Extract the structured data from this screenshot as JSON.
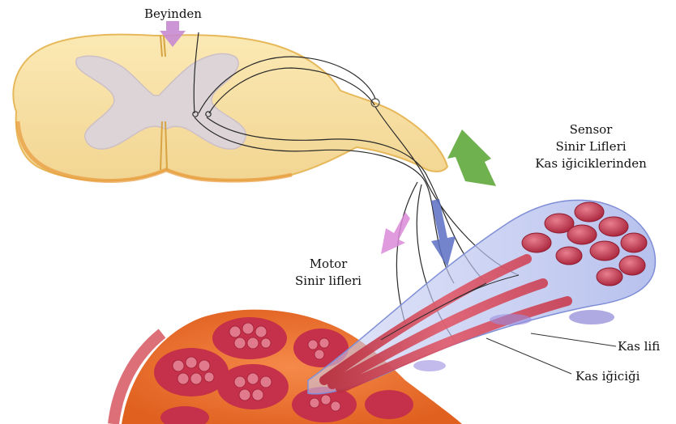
{
  "labels": {
    "from_brain": "Beyinden",
    "sensor_line1": "Sensor",
    "sensor_line2": "Sinir Lifleri",
    "sensor_line3": "Kas iğiciklerinden",
    "motor_line1": "Motor",
    "motor_line2": "Sinir lifleri",
    "muscle_fiber": "Kas lifi",
    "muscle_spindle": "Kas iğiciği"
  },
  "colors": {
    "spinal_white_matter": "#f9e4a6",
    "spinal_grey_matter": "#d9d2d6",
    "arrow_from_brain": "#c78ad0",
    "arrow_sensor": "#5fa83c",
    "arrow_motor_pink": "#d98ad8",
    "arrow_motor_blue": "#5b6fc4",
    "muscle_red": "#c23a48",
    "muscle_sheath_orange": "#f07a3a",
    "spindle_capsule": "#b8c2ee"
  }
}
